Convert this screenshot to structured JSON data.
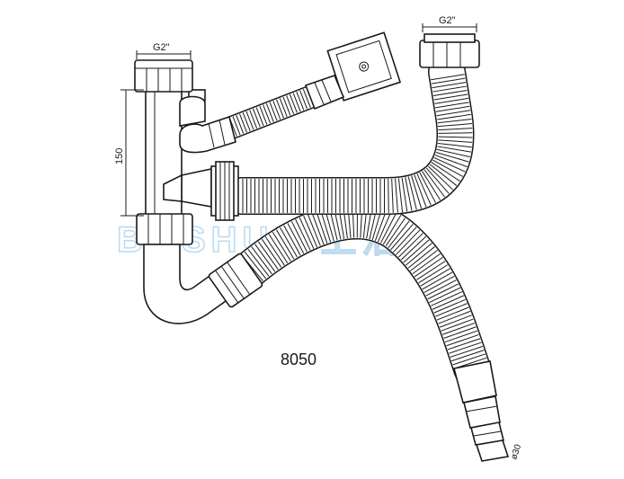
{
  "labels": {
    "thread_left": "G2\"",
    "thread_right": "G2\"",
    "height_dim": "150",
    "model": "8050",
    "outlet_diameter": "ø30"
  },
  "watermark": "BOSHUN 上洁",
  "colors": {
    "line": "#1a1a1a",
    "watermark": "#bcd9ee",
    "background": "#ffffff"
  }
}
